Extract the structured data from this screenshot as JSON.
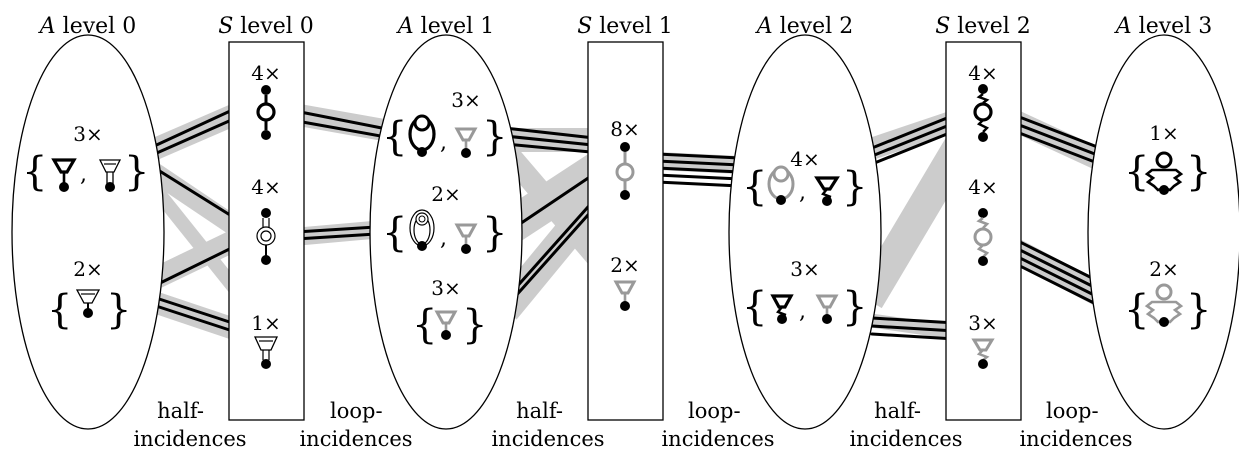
{
  "columns": {
    "a0": {
      "symbol": "A",
      "level": "level 0"
    },
    "s0": {
      "symbol": "S",
      "level": "level 0"
    },
    "a1": {
      "symbol": "A",
      "level": "level 1"
    },
    "s1": {
      "symbol": "S",
      "level": "level 1"
    },
    "a2": {
      "symbol": "A",
      "level": "level 2"
    },
    "s2": {
      "symbol": "S",
      "level": "level 2"
    },
    "a3": {
      "symbol": "A",
      "level": "level 3"
    }
  },
  "groups": {
    "a0": [
      "3×",
      "2×"
    ],
    "s0": [
      "4×",
      "4×",
      "1×"
    ],
    "a1": [
      "3×",
      "2×",
      "3×"
    ],
    "s1": [
      "8×",
      "2×"
    ],
    "a2": [
      "4×",
      "3×"
    ],
    "s2": [
      "4×",
      "4×",
      "3×"
    ],
    "a3": [
      "1×",
      "2×"
    ]
  },
  "edge_labels": {
    "half_top": "half-",
    "half_bottom": "incidences",
    "loop_top": "loop-",
    "loop_bottom": "incidences"
  },
  "colors": {
    "ink": "#000000",
    "gray": "#999999",
    "band": "#cccccc"
  }
}
